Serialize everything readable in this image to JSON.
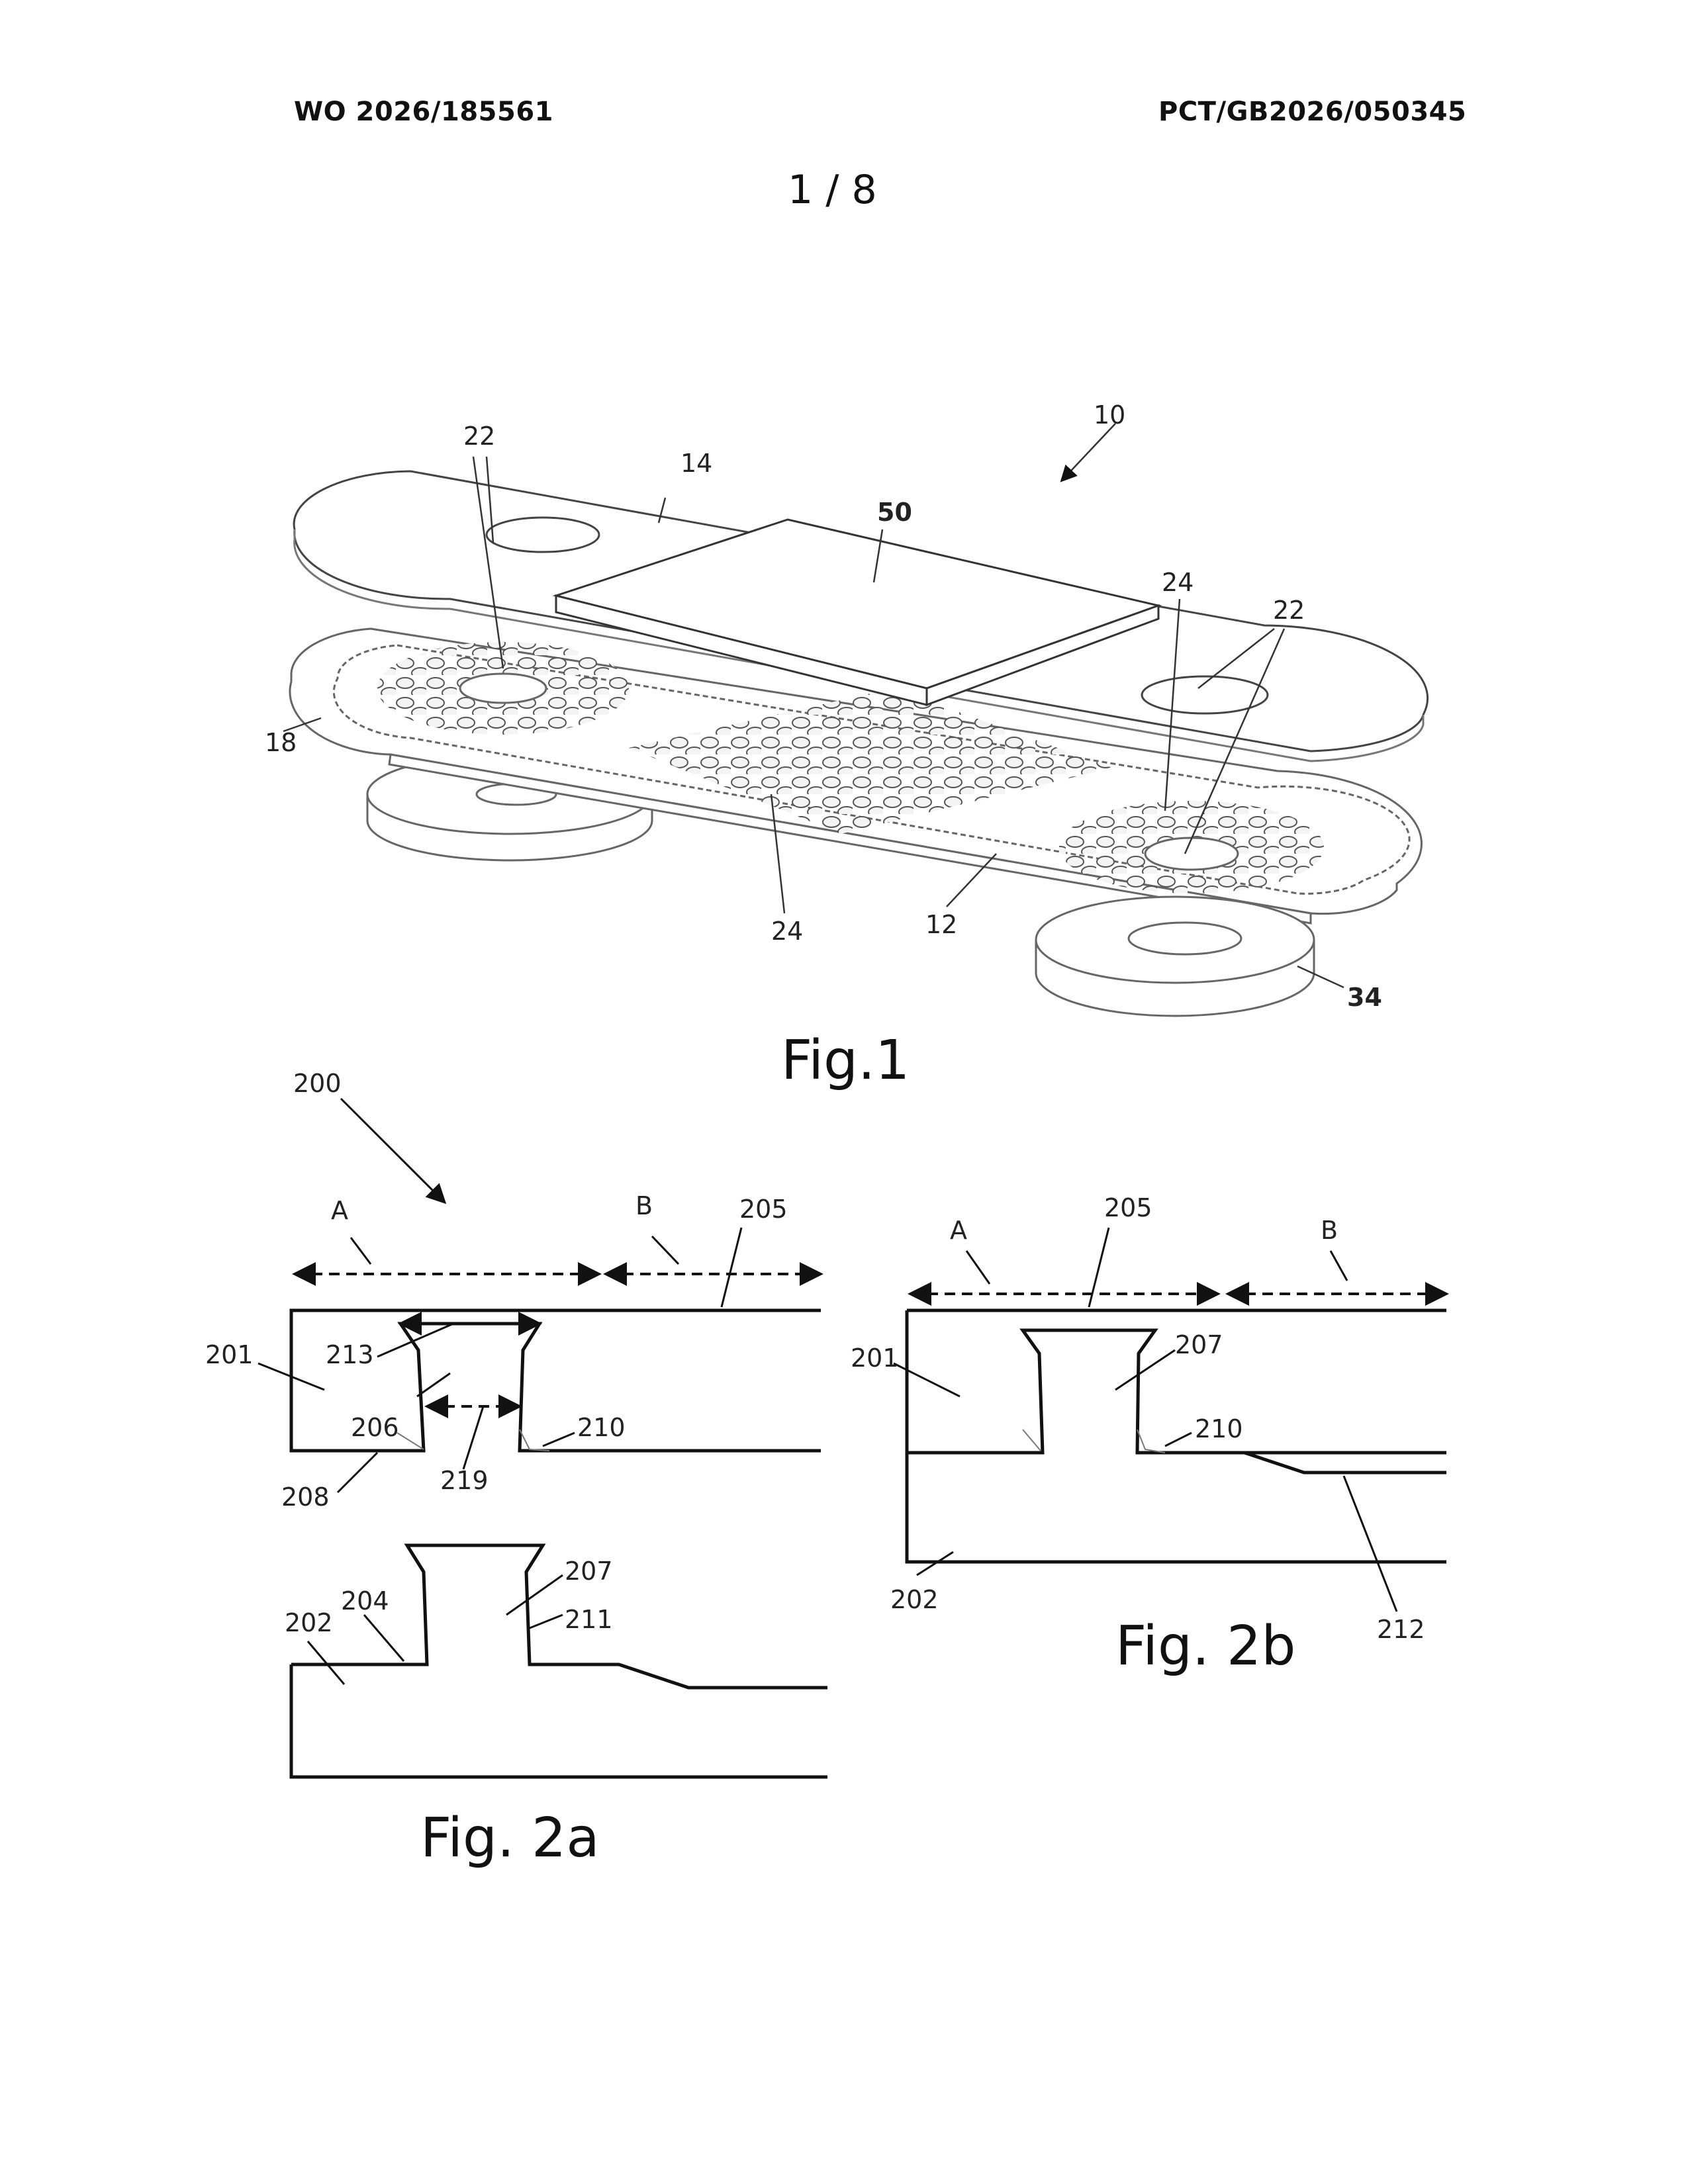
{
  "header": {
    "publication_number": "WO 2026/185561",
    "application_number": "PCT/GB2026/050345"
  },
  "sheet": {
    "number": "1 / 8"
  },
  "fig1": {
    "caption": "Fig.1",
    "labels": {
      "r10": "10",
      "r14": "14",
      "r22a": "22",
      "r50": "50",
      "r24a": "24",
      "r22b": "22",
      "r18": "18",
      "r24b": "24",
      "r12": "12",
      "r34": "34"
    }
  },
  "fig2a": {
    "caption": "Fig. 2a",
    "labels": {
      "r200": "200",
      "rA": "A",
      "rB": "B",
      "r205": "205",
      "r201": "201",
      "r213": "213",
      "r206": "206",
      "r210": "210",
      "r208": "208",
      "r219": "219",
      "r207": "207",
      "r211": "211",
      "r202": "202",
      "r204": "204"
    }
  },
  "fig2b": {
    "caption": "Fig. 2b",
    "labels": {
      "rA": "A",
      "r205": "205",
      "rB": "B",
      "r201": "201",
      "r207": "207",
      "r210": "210",
      "r202": "202",
      "r212": "212"
    }
  }
}
